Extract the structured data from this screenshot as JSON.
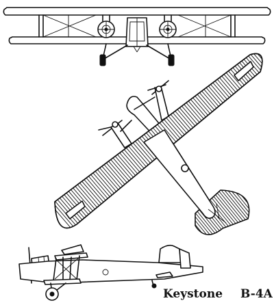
{
  "caption": {
    "aircraft_name": "Keystone",
    "designation": "B-4A"
  },
  "views": [
    "front-view",
    "top-view",
    "side-view"
  ],
  "ink_color": "#111111",
  "background_color": "#ffffff"
}
